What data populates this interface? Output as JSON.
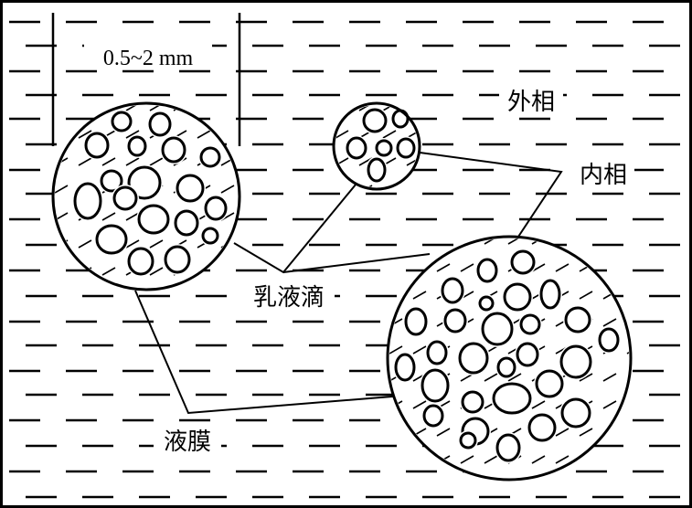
{
  "diagram": {
    "size_label": "0.5~2 mm",
    "outer_phase_label": "外相",
    "inner_phase_label": "内相",
    "droplet_label": "乳液滴",
    "membrane_label": "液膜"
  },
  "colors": {
    "line": "#000000",
    "background": "#ffffff"
  }
}
